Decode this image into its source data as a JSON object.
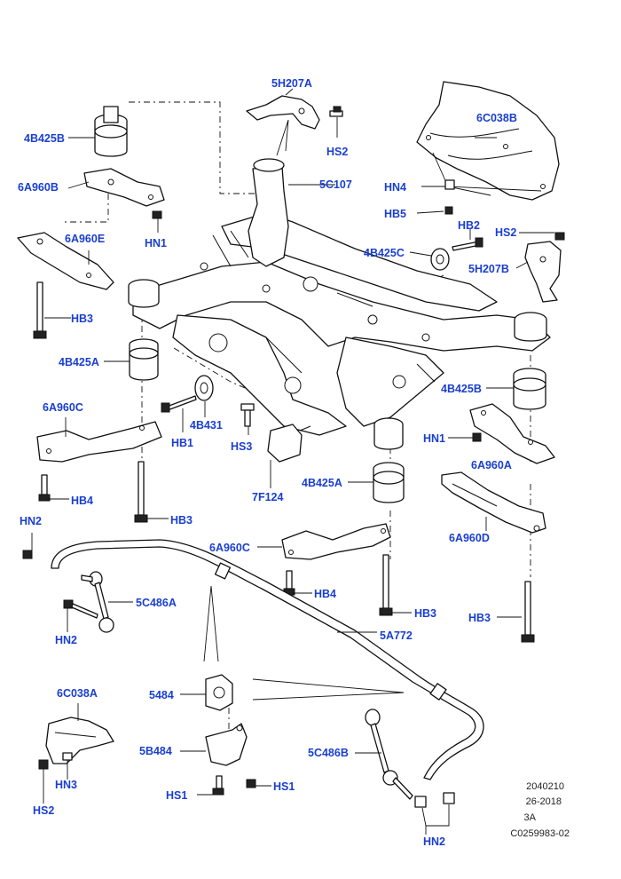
{
  "parts": {
    "p_5H207A_top": "5H207A",
    "p_6C038B": "6C038B",
    "p_4B425B_top": "4B425B",
    "p_HS2_top": "HS2",
    "p_6A960B": "6A960B",
    "p_5C107": "5C107",
    "p_HN4": "HN4",
    "p_HB5": "HB5",
    "p_HN1_top": "HN1",
    "p_HB2": "HB2",
    "p_6A960E": "6A960E",
    "p_HS2_right": "HS2",
    "p_4B425C": "4B425C",
    "p_5H207B": "5H207B",
    "p_HB3_left_top": "HB3",
    "p_4B425A_left": "4B425A",
    "p_4B425B_right": "4B425B",
    "p_6A960C_left": "6A960C",
    "p_4B431": "4B431",
    "p_HB1": "HB1",
    "p_HS3": "HS3",
    "p_HN1_right": "HN1",
    "p_6A960A": "6A960A",
    "p_7F124": "7F124",
    "p_4B425A_center": "4B425A",
    "p_HB4_left": "HB4",
    "p_HB3_left_bottom": "HB3",
    "p_HN2_top": "HN2",
    "p_6A960D": "6A960D",
    "p_6A960C_center": "6A960C",
    "p_5C486A": "5C486A",
    "p_HB4_center": "HB4",
    "p_HN2_left": "HN2",
    "p_HB3_center": "HB3",
    "p_HB3_right": "HB3",
    "p_5A772": "5A772",
    "p_6C038A": "6C038A",
    "p_5484": "5484",
    "p_5B484": "5B484",
    "p_5C486B": "5C486B",
    "p_HN3": "HN3",
    "p_HS1_left": "HS1",
    "p_HS1_right": "HS1",
    "p_HS2_bottom": "HS2",
    "p_HN2_bottom": "HN2"
  },
  "meta": {
    "line1": "2040210",
    "line2": "26-2018",
    "line3": "3A",
    "line4": "C0259983-02"
  },
  "colors": {
    "label": "#1a3fd0",
    "line": "#111111",
    "background": "#ffffff"
  }
}
